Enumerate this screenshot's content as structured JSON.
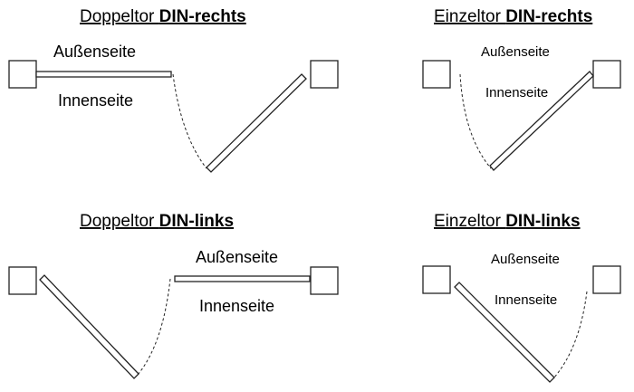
{
  "panels": {
    "double_right": {
      "title_prefix": "Doppeltor ",
      "title_bold": "DIN-rechts",
      "outside_label": "Außenseite",
      "inside_label": "Innenseite"
    },
    "single_right": {
      "title_prefix": "Einzeltor ",
      "title_bold": "DIN-rechts",
      "outside_label": "Außenseite",
      "inside_label": "Innenseite"
    },
    "double_left": {
      "title_prefix": "Doppeltor ",
      "title_bold": "DIN-links",
      "outside_label": "Außenseite",
      "inside_label": "Innenseite"
    },
    "single_left": {
      "title_prefix": "Einzeltor ",
      "title_bold": "DIN-links",
      "outside_label": "Außenseite",
      "inside_label": "Innenseite"
    }
  }
}
